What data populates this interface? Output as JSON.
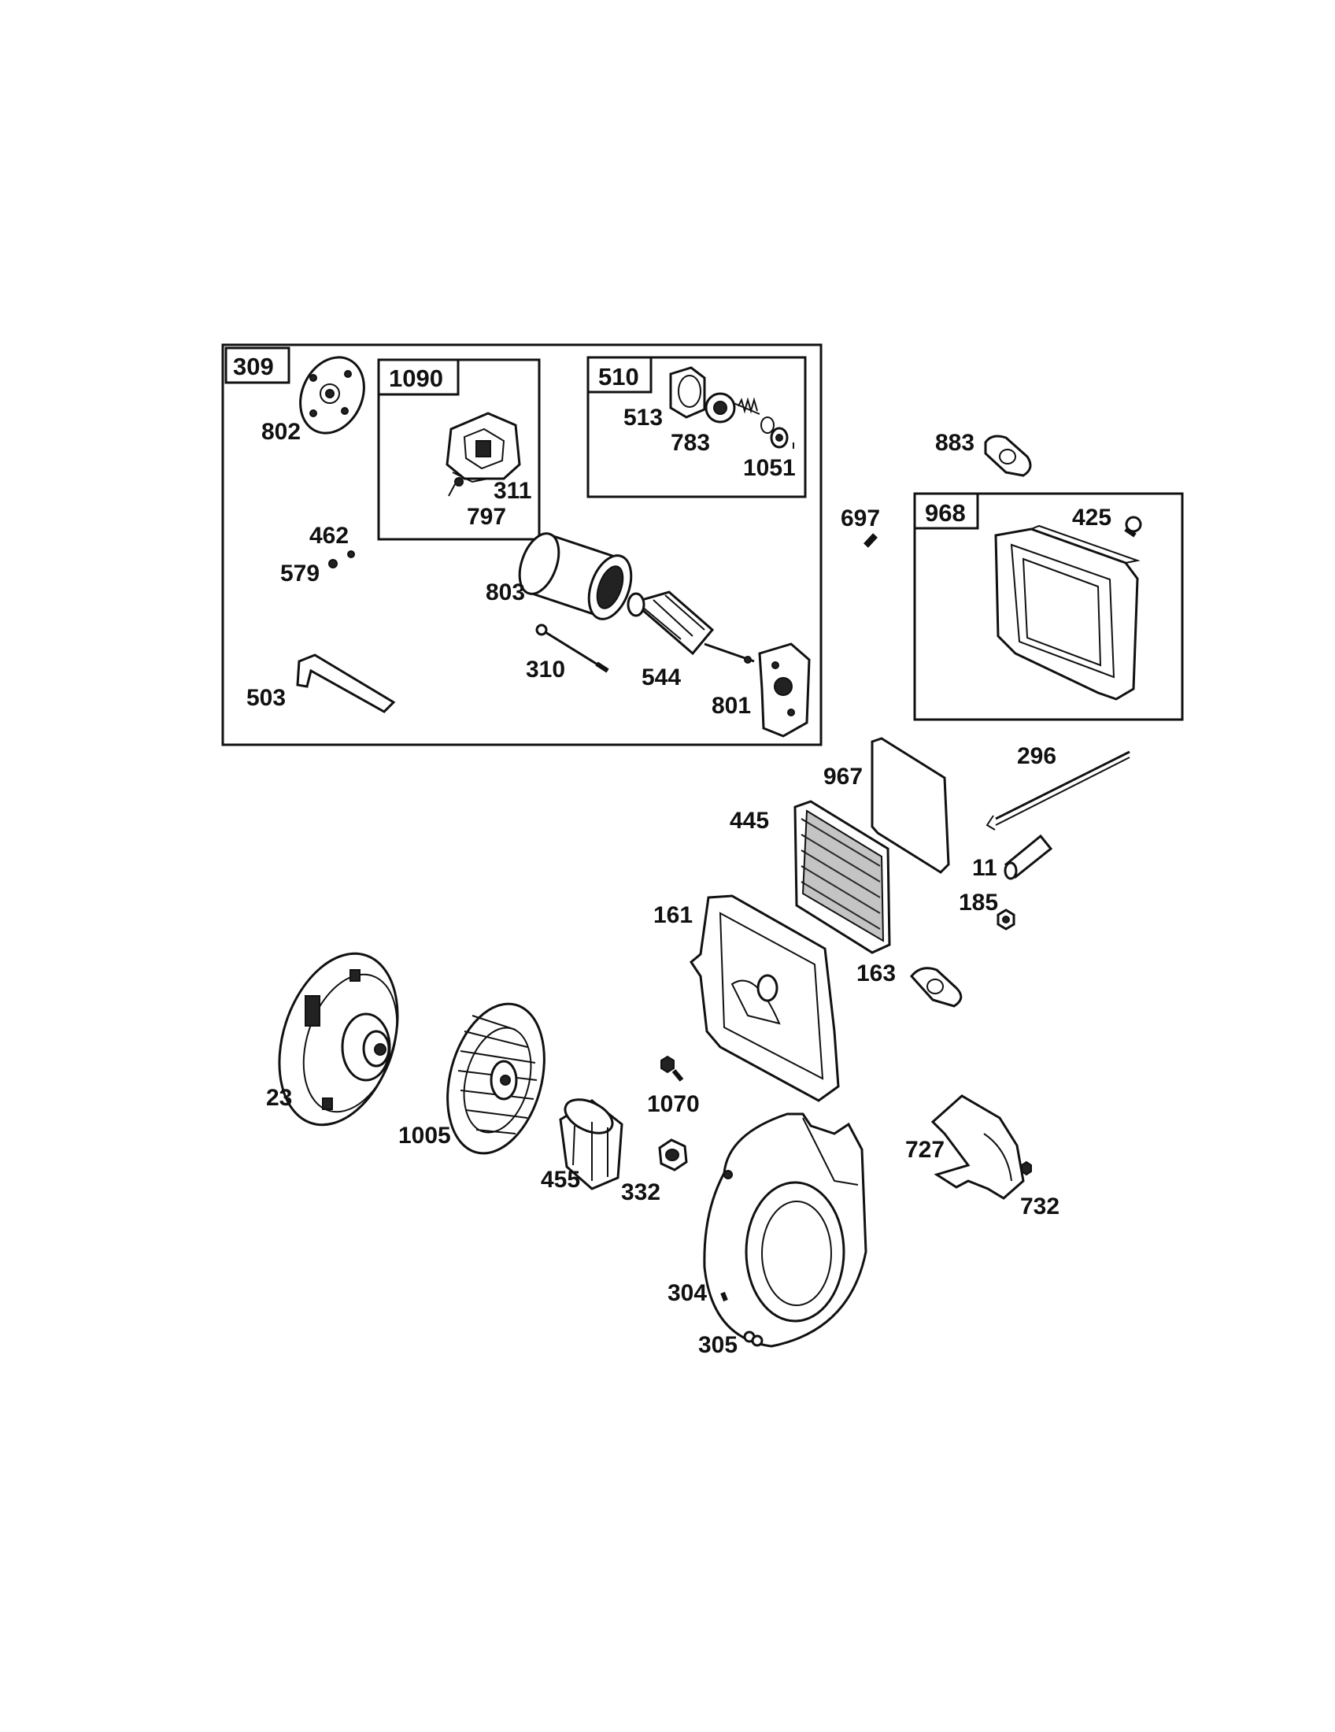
{
  "group_boxes": {
    "starter_box": "309",
    "brush_box": "1090",
    "drive_box": "510",
    "air_cleaner_box": "968"
  },
  "part_labels": {
    "p802": "802",
    "p311": "311",
    "p797": "797",
    "p513": "513",
    "p783": "783",
    "p1051": "1051",
    "p462": "462",
    "p579": "579",
    "p803": "803",
    "p310": "310",
    "p544": "544",
    "p801": "801",
    "p503": "503",
    "p883": "883",
    "p697": "697",
    "p425": "425",
    "p296": "296",
    "p967": "967",
    "p445": "445",
    "p11": "11",
    "p185": "185",
    "p161": "161",
    "p163": "163",
    "p23": "23",
    "p1005": "1005",
    "p1070": "1070",
    "p455": "455",
    "p332": "332",
    "p727": "727",
    "p732": "732",
    "p304": "304",
    "p305": "305"
  }
}
